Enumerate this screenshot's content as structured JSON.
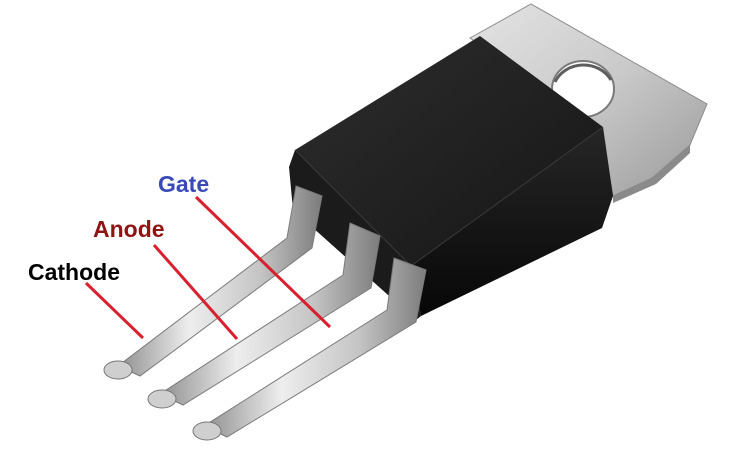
{
  "labels": {
    "gate": "Gate",
    "anode": "Anode",
    "cathode": "Cathode"
  },
  "colors": {
    "gate_label": "#3a49b8",
    "anode_label": "#8f1515",
    "cathode_label": "#000000",
    "pointer_line": "#d8202e",
    "package_body": "#111111",
    "heatsink_tab": "#c8c8c8",
    "lead_metal": "#bdbdbd"
  }
}
